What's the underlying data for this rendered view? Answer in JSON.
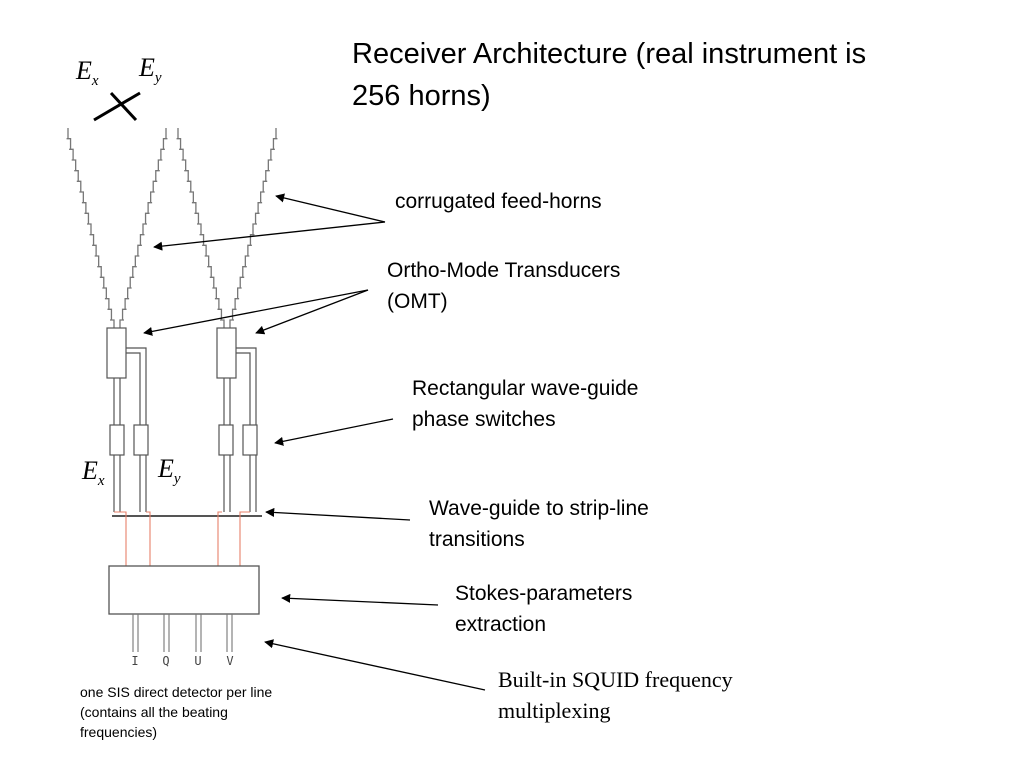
{
  "title": "Receiver Architecture (real instrument is\n256 horns)",
  "polarization_top": {
    "ex": {
      "sym": "E",
      "sub": "x"
    },
    "ey": {
      "sym": "E",
      "sub": "y"
    }
  },
  "polarization_mid": {
    "ex": {
      "sym": "E",
      "sub": "x"
    },
    "ey": {
      "sym": "E",
      "sub": "y"
    }
  },
  "labels": {
    "feed_horns": "corrugated feed-horns",
    "omt": "Ortho-Mode Transducers\n(OMT)",
    "phase_switches": "Rectangular wave-guide\nphase switches",
    "transitions": "Wave-guide to strip-line\ntransitions",
    "stokes": "Stokes-parameters\nextraction",
    "squid": "Built-in SQUID frequency\nmultiplexing",
    "detector_note": "one SIS direct detector per line\n(contains all the beating\nfrequencies)"
  },
  "outputs": [
    "I",
    "Q",
    "U",
    "V"
  ],
  "colors": {
    "stripline": "#e8806a",
    "lines": "#555555",
    "arrows": "#000000"
  }
}
